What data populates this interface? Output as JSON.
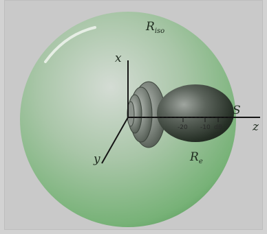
{
  "labels": {
    "r_iso_main": "R",
    "r_iso_sub": "iso",
    "axis_x": "x",
    "axis_y": "y",
    "axis_z": "z",
    "source": "S",
    "r_e_main": "R",
    "r_e_sub": "e"
  },
  "ticks": [
    "-20",
    "-10",
    "dB"
  ],
  "colors": {
    "sphere": "#77b277",
    "sphere_dark": "#4f8f55",
    "lobe": "#2b352b",
    "axis": "#151515",
    "background": "#c9c9c9"
  }
}
